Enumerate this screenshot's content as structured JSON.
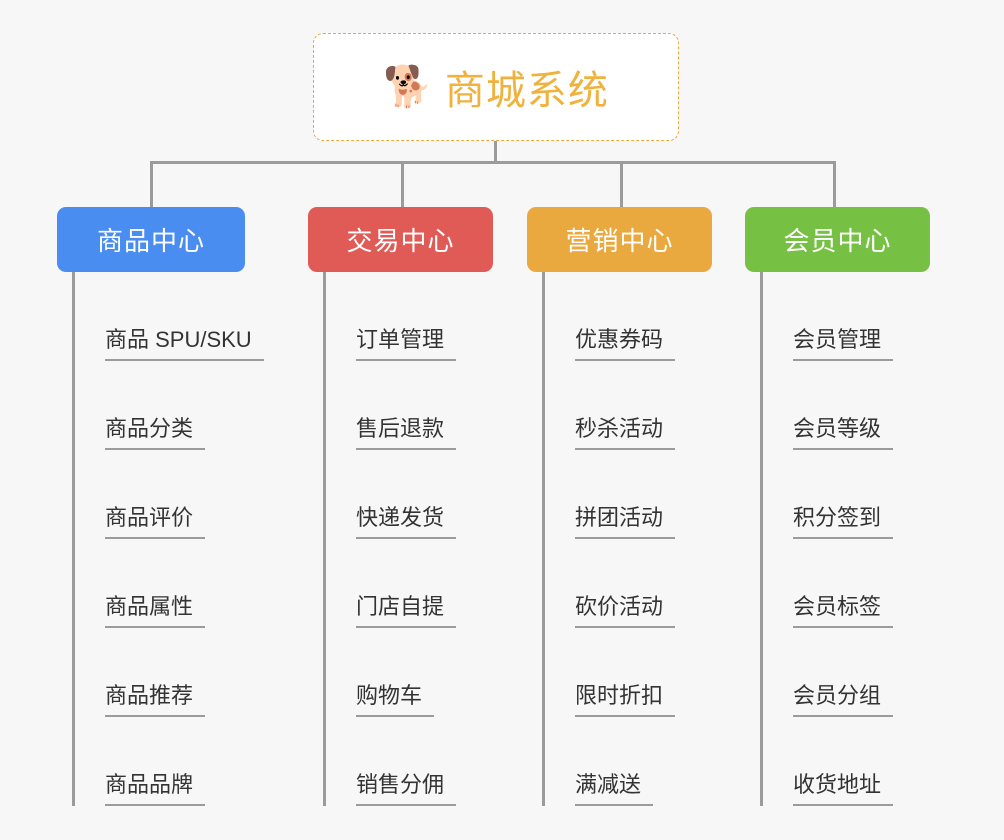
{
  "page": {
    "background": "#f7f7f7",
    "line_color": "#9b9b9b",
    "text_color": "#333333"
  },
  "root": {
    "icon": "shiba-dog-face-emoji",
    "emoji": "🐕",
    "title": "商城系统",
    "border_color": "#eaa83c",
    "title_color": "#f0b23c",
    "background": "#ffffff"
  },
  "columns": [
    {
      "title": "商品中心",
      "color": "#4a8df0",
      "items": [
        "商品 SPU/SKU",
        "商品分类",
        "商品评价",
        "商品属性",
        "商品推荐",
        "商品品牌"
      ]
    },
    {
      "title": "交易中心",
      "color": "#e15b56",
      "items": [
        "订单管理",
        "售后退款",
        "快递发货",
        "门店自提",
        "购物车",
        "销售分佣"
      ]
    },
    {
      "title": "营销中心",
      "color": "#eaa93e",
      "items": [
        "优惠券码",
        "秒杀活动",
        "拼团活动",
        "砍价活动",
        "限时折扣",
        "满减送"
      ]
    },
    {
      "title": "会员中心",
      "color": "#76c043",
      "items": [
        "会员管理",
        "会员等级",
        "积分签到",
        "会员标签",
        "会员分组",
        "收货地址"
      ]
    }
  ]
}
